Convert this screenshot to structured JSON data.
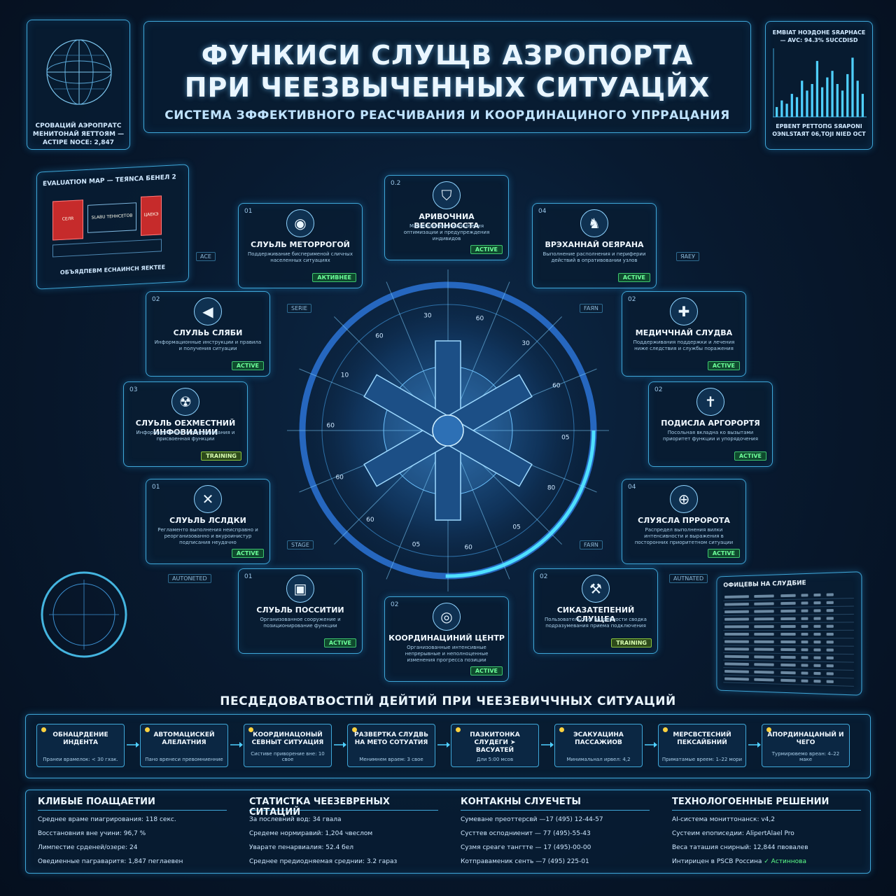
{
  "header": {
    "title_line1": "ФУНКИСИ СЛУЩВ АЗРОПОРТА",
    "title_line2": "ПРИ ЧЕЕЗВЫЧЕННЫХ СИТУАЦЙХ",
    "subtitle": "СИСТЕМА ЗФФЕКТИВНОГО РЕАСЧИВАНИЯ И КООРДИНАЦИНОГО УПРРАЦАНИЯ"
  },
  "top_left": {
    "caption": "СРОВАЦИЙ АЭРОПРАТС МЕНИТОНАЙ ЯЕТТОЯМ — ACTIPE NOCE: 2,847",
    "icon": "globe-icon"
  },
  "top_right": {
    "caption_top": "EMBIAT HOЭДОНE SRAPHACE — AVC: 94.3% SUCCDISD",
    "caption_bottom": "EPBENT PETTOПG SЯAPONI OЭNLSTAЯT 06,TOJI NIED OCT",
    "bars": [
      0.15,
      0.25,
      0.2,
      0.35,
      0.3,
      0.55,
      0.4,
      0.5,
      0.85,
      0.45,
      0.6,
      0.7,
      0.5,
      0.4,
      0.65,
      0.9,
      0.55,
      0.35
    ]
  },
  "eval_map": {
    "title": "EVALUATION MAP — TEЯNCA БЕНЕЛ 2",
    "footer": "ОБЪЯДПЕВМ ЕСНАИНСН ЯЕКТЕЕ",
    "room1": "CEЛR",
    "room2": "SLABU ТЕННСЕТОВ",
    "room3": "ЦАЕКЭ"
  },
  "dial_labels": [
    "30",
    "60",
    "30",
    "60",
    "05",
    "80",
    "05",
    "60",
    "05",
    "60",
    "60",
    "60",
    "10",
    "60"
  ],
  "services": [
    {
      "num": "0.2",
      "icon": "shield-icon",
      "glyph": "⛉",
      "name": "АРИВОЧНИА ВЕСОПНОССТА",
      "desc": "Маниплативная выполнения оптимизации и предупреждения индивидов",
      "badge": "ACTIVE"
    },
    {
      "num": "01",
      "icon": "radar-icon",
      "glyph": "◉",
      "name": "СЛУЬЛЬ МЕТОРРОГОЙ",
      "desc": "Поддерживание бисперименой сличных населенных ситуациях",
      "badge": "АКТИВНЕЕ"
    },
    {
      "num": "04",
      "icon": "guard-icon",
      "glyph": "♞",
      "name": "ВРЭХАННАЙ ОЕЯРАНА",
      "desc": "Выполнение располнения и периферии действий в опративовании узлов",
      "badge": "ACTIVE"
    },
    {
      "num": "02",
      "icon": "speaker-icon",
      "glyph": "◀",
      "name": "СЛУЛЬЬ СЛЯБИ",
      "desc": "Информационные инструкции и правила и получения ситуации",
      "badge": "ACTIVE"
    },
    {
      "num": "02",
      "icon": "medical-icon",
      "glyph": "✚",
      "name": "МЕДИЧЧНАЙ СЛУДВА",
      "desc": "Поддерживания поддержки и лечения ниже следствия и службы поражения",
      "badge": "ACTIVE"
    },
    {
      "num": "03",
      "icon": "hazard-icon",
      "glyph": "☢",
      "name": "СЛУЬЛЬ ОЕХМЕСТНИЙ ИНФОВИАНИИ",
      "desc": "Информационные интенсивнавания и присвоенная функции",
      "badge": "TRAINING"
    },
    {
      "num": "02",
      "icon": "cross-icon",
      "glyph": "✝",
      "name": "ПОДИСЛА АРГОРОРТЯ",
      "desc": "Посольная вкладна ко вызытами приоритет функции и упорядочения",
      "badge": "ACTIVE"
    },
    {
      "num": "01",
      "icon": "tools-icon",
      "glyph": "✕",
      "name": "СЛУЬЛЬ ЛСЛДКИ",
      "desc": "Регламенто выполнения неисправно и реорганизованно и вкуроинистур подписания неудачно",
      "badge": "ACTIVE"
    },
    {
      "num": "04",
      "icon": "plus-circle-icon",
      "glyph": "⊕",
      "name": "СЛУЯСЛА ПРРОРОТА",
      "desc": "Распредел выполнения вилки интенсивности и выражения в посторонних приоритетном ситуации",
      "badge": "ACTIVE"
    },
    {
      "num": "01",
      "icon": "truck-icon",
      "glyph": "▣",
      "name": "СЛУЬЛЬ ПОССИТИИ",
      "desc": "Организованное сооружение и позиционирование функции",
      "badge": "ACTIVE"
    },
    {
      "num": "02",
      "icon": "location-icon",
      "glyph": "◎",
      "name": "КООРДИНАЦИНИЙ ЦЕНТР",
      "desc": "Организованные интенсивные непрерывные и неполноценные изменения прогресса позиции",
      "badge": "ACTIVE"
    },
    {
      "num": "02",
      "icon": "wrench-icon",
      "glyph": "⚒",
      "name": "СИКАЗАТЕПЕНИЙ СЛУЩЕА",
      "desc": "Пользовательские потребности сводка подразумевания приема подключения",
      "badge": "TRAINING"
    }
  ],
  "side_tags": [
    "ACE",
    "SERIE",
    "STAGE",
    "AUTONETED",
    "FAЯN",
    "FAЯN",
    "ЯАЕУ",
    "AUTNATED"
  ],
  "officers": {
    "title": "ОФИЦЕВЫ НА СЛУДБИЕ",
    "rows": 12
  },
  "sequence": {
    "title": "ПЕСДЕДОВАТВОСТПЙ ДЕЙТИЙ ПРИ ЧЕЕЗЕВИЧЧНЫХ СИТУАЦИЙ",
    "steps": [
      {
        "name": "ОБНАЦРДЕНИЕ ИНДЕНТА",
        "time": "Пранеи врамелок: < 30 гхак."
      },
      {
        "name": "АВТОМАЦИСКЕЙ АЛЕЛАТНИЯ",
        "time": "Пано вренеси превомниенние"
      },
      {
        "name": "КООРДИНАЦОНЫЙ СЕВНЫТ СИТУАЦИЯ",
        "time": "Систиве приворение вне: 10 свое"
      },
      {
        "name": "РАЗВЕРТКА СЛУДВЬ НА МЕТО СОТУАТИЯ",
        "time": "Менимнем враем: 3 свое"
      },
      {
        "name": "ПАЗКИТОНКА СЛУДЕГИ ➤ ВАСУАТЕЙ",
        "time": "Дли 5:00 мсов"
      },
      {
        "name": "ЭСАКУАЦИНА ПАССАЖИОВ",
        "time": "Минимальнал ирвел: 4,2"
      },
      {
        "name": "МЕРСВСТЕСНИЙ ПЕКСАЙБНИЙ",
        "time": "Приматамые вреем: 1–22 мори"
      },
      {
        "name": "АПОРДИНАЦАНЫЙ И ЧЕГО",
        "time": "Турмирювемо вреан: 4–22 маке"
      }
    ]
  },
  "stats": [
    {
      "heading": "КЛИБЫЕ ПОАЩАЕТИИ",
      "lines": [
        "Среднее враме пиагрирования: 118 секс.",
        "Восстановния вне учини: 96,7 %",
        "Лимпестие срденей/озере: 24",
        "Оведиенные паграваритя: 1,847 пеглаевен"
      ]
    },
    {
      "heading": "СТАТИСТКА ЧЕЕЗЕВРЕНЫХ СИТАЦИЙ",
      "lines": [
        "За послевний вод: 34 гвала",
        "Средеме нормиравий: 1,204 чвеслом",
        "Уварате пенарвиалия: 52.4 бел",
        "Среднее предиодняемая среднии: 3.2 гараз"
      ]
    },
    {
      "heading": "КОНТАКНЫ СЛУЕЧЕТЫ",
      "lines": [
        "Сумеване преоттерсвй —17 (495) 12-44-57",
        "Сусттев осподниенит — 77 (495)-55-43",
        "Сузмя среаге тангтте — 17 (495)-00-00",
        "Котправаменик сенть —7 (495) 225-01"
      ]
    },
    {
      "heading": "ТЕХНОЛОГОЕННЫЕ РЕШЕНИИ",
      "lines": [
        "AI-система мониттонанск: v4,2",
        "Сустеим епописедии: AlipertAlael Pro",
        "Веса таташия снирный: 12,844 пвовалев",
        "Интирицен в PSCB Россина"
      ],
      "check": "✓ Астиннова"
    }
  ],
  "colors": {
    "accent": "#3fa7d8",
    "glow": "#4fd0ff",
    "active": "#6dff9a",
    "bg": "#081a30"
  }
}
